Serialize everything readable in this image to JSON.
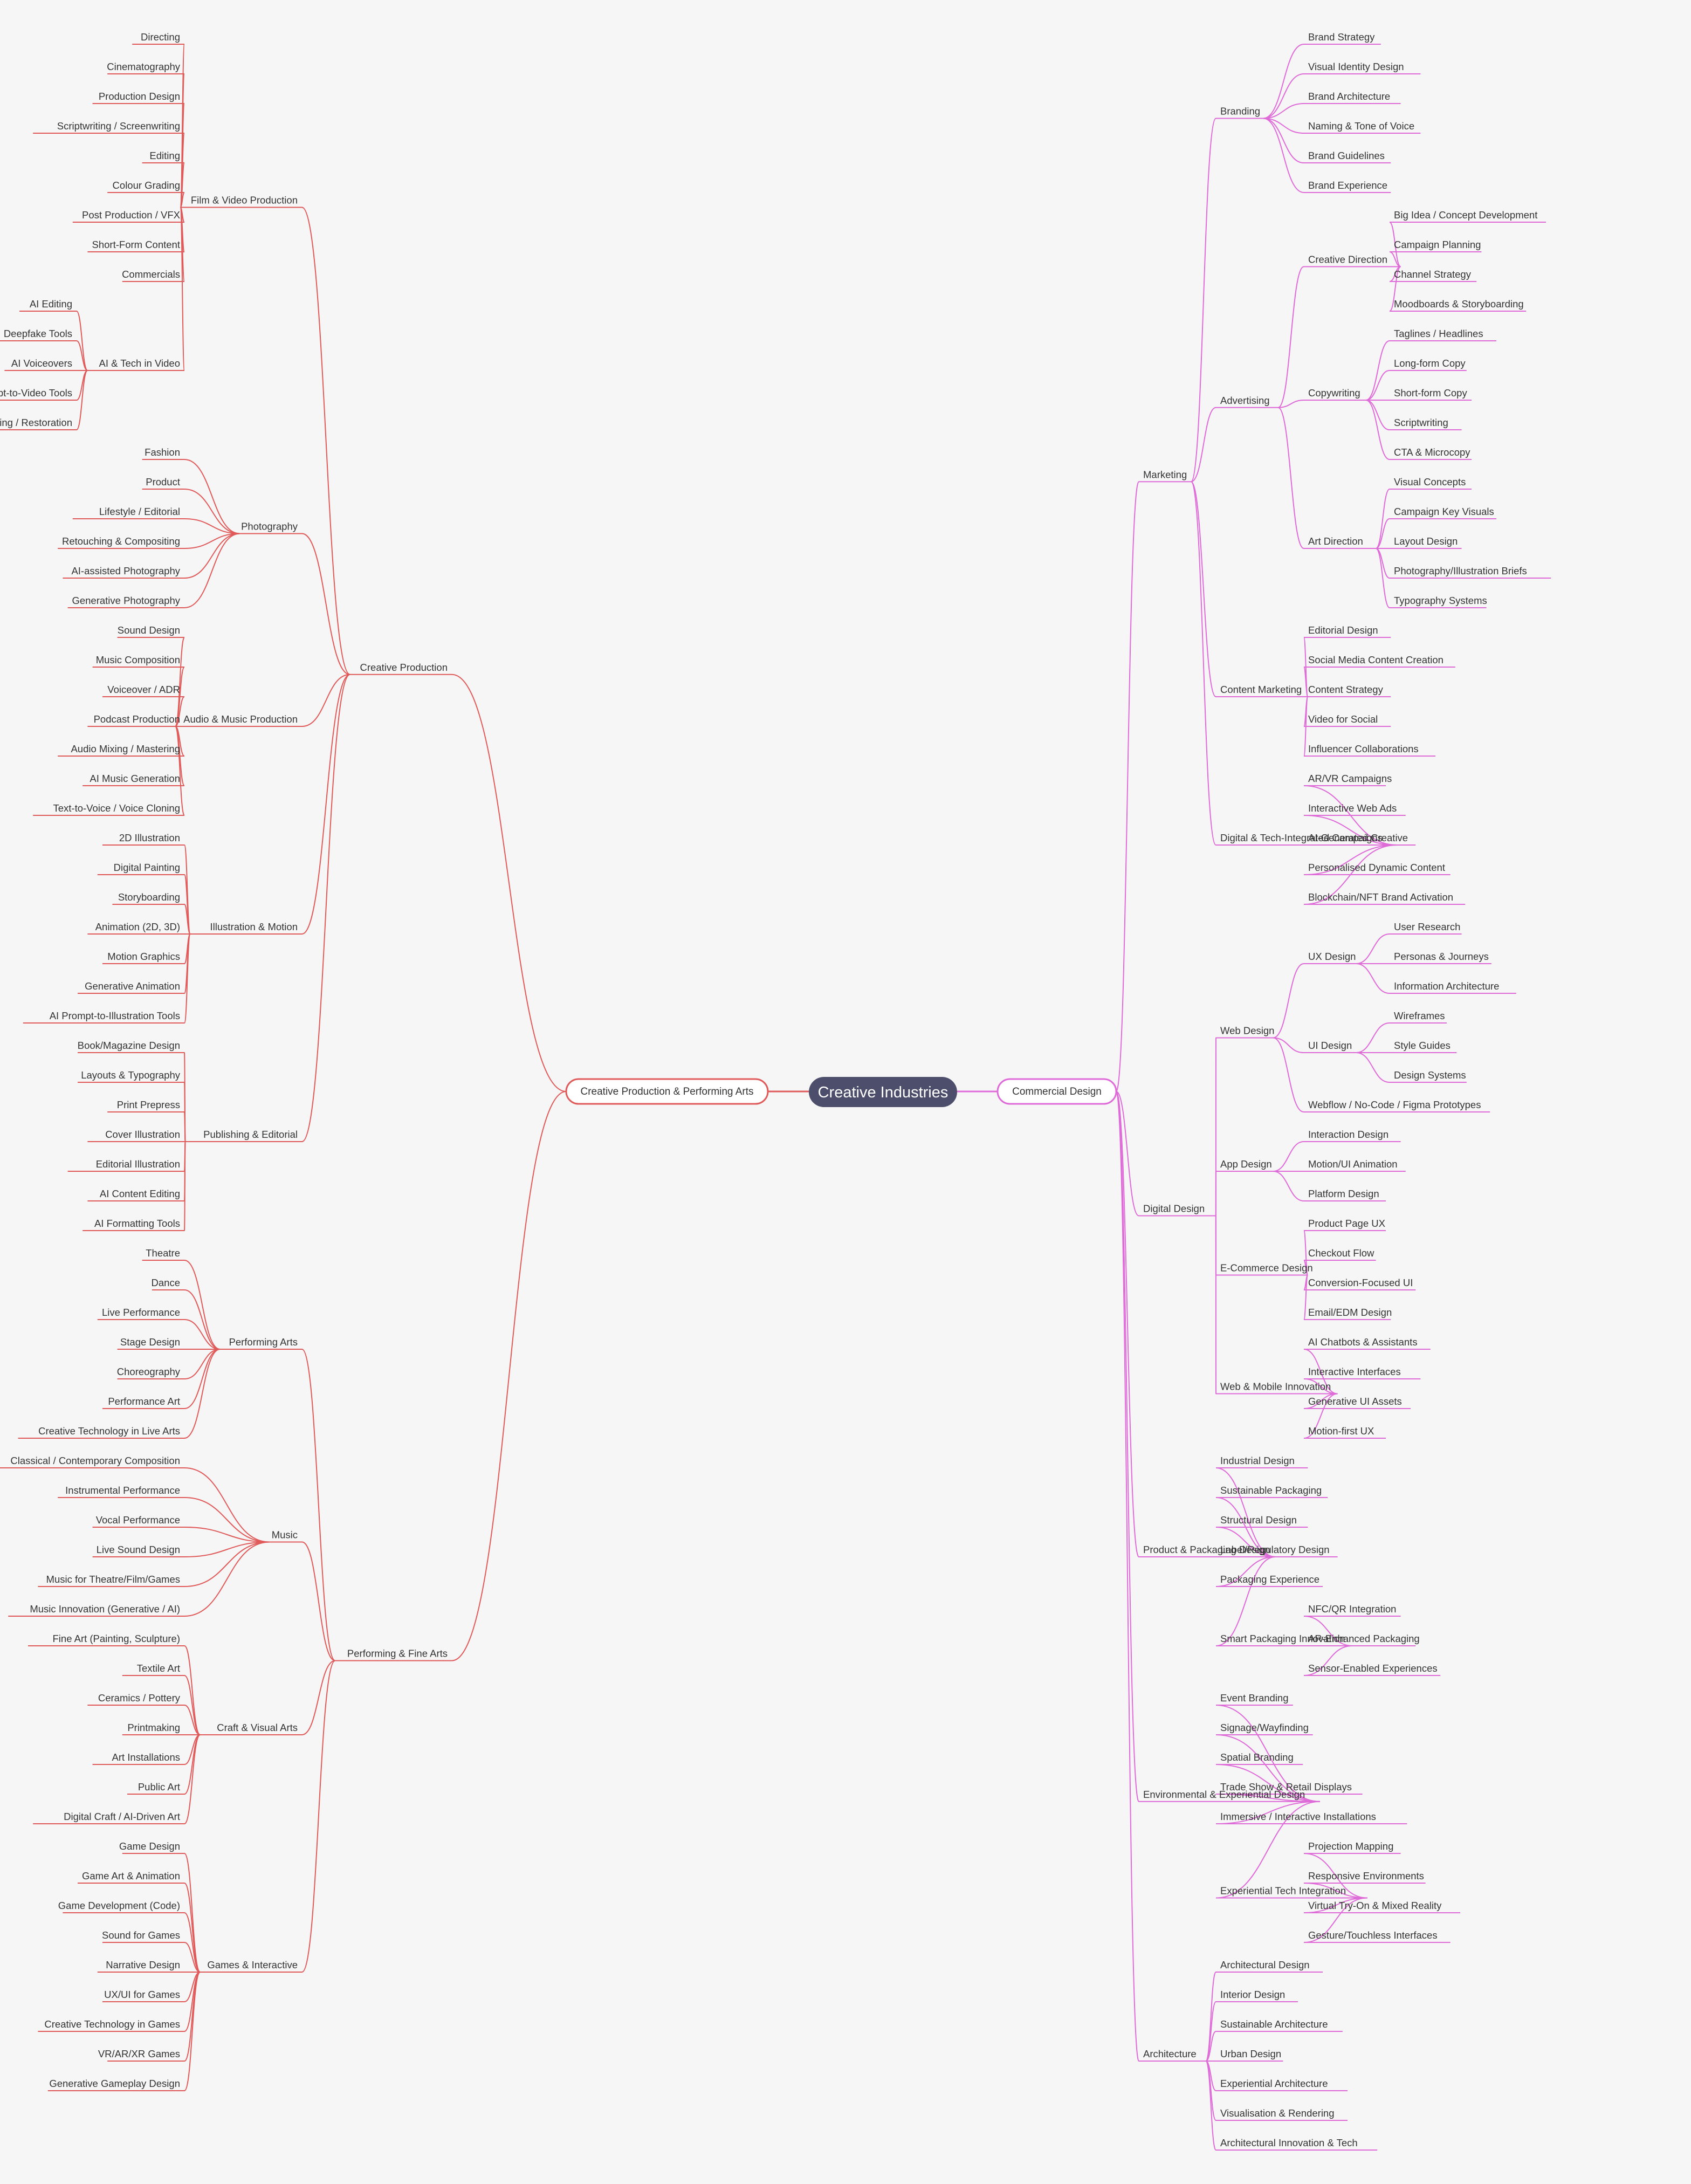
{
  "colors": {
    "background": "#f6f6f6",
    "root_fill": "#4d4e6b",
    "left_branch": "#e05a5a",
    "right_branch": "#de6bd8",
    "text": "#333333"
  },
  "root": "Creative Industries",
  "left": {
    "label": "Creative Production & Performing Arts",
    "children": [
      {
        "label": "Creative Production",
        "children": [
          {
            "label": "Film & Video Production",
            "children": [
              {
                "label": "Directing"
              },
              {
                "label": "Cinematography"
              },
              {
                "label": "Production Design"
              },
              {
                "label": "Scriptwriting / Screenwriting"
              },
              {
                "label": "Editing"
              },
              {
                "label": "Colour Grading"
              },
              {
                "label": "Post Production / VFX"
              },
              {
                "label": "Short-Form Content"
              },
              {
                "label": "Commercials"
              },
              {
                "label": "AI & Tech in Video",
                "children": [
                  {
                    "label": "AI Editing"
                  },
                  {
                    "label": "Deepfake Tools"
                  },
                  {
                    "label": "AI Voiceovers"
                  },
                  {
                    "label": "Prompt-to-Video Tools"
                  },
                  {
                    "label": "Upscaling / Restoration"
                  }
                ]
              }
            ]
          },
          {
            "label": "Photography",
            "children": [
              {
                "label": "Fashion"
              },
              {
                "label": "Product"
              },
              {
                "label": "Lifestyle / Editorial"
              },
              {
                "label": "Retouching & Compositing"
              },
              {
                "label": "AI-assisted Photography"
              },
              {
                "label": "Generative Photography"
              }
            ]
          },
          {
            "label": "Audio & Music Production",
            "children": [
              {
                "label": "Sound Design"
              },
              {
                "label": "Music Composition"
              },
              {
                "label": "Voiceover / ADR"
              },
              {
                "label": "Podcast Production"
              },
              {
                "label": "Audio Mixing / Mastering"
              },
              {
                "label": "AI Music Generation"
              },
              {
                "label": "Text-to-Voice / Voice Cloning"
              }
            ]
          },
          {
            "label": "Illustration & Motion",
            "children": [
              {
                "label": "2D Illustration"
              },
              {
                "label": "Digital Painting"
              },
              {
                "label": "Storyboarding"
              },
              {
                "label": "Animation (2D, 3D)"
              },
              {
                "label": "Motion Graphics"
              },
              {
                "label": "Generative Animation"
              },
              {
                "label": "AI Prompt-to-Illustration Tools"
              }
            ]
          },
          {
            "label": "Publishing & Editorial",
            "children": [
              {
                "label": "Book/Magazine Design"
              },
              {
                "label": "Layouts & Typography"
              },
              {
                "label": "Print Prepress"
              },
              {
                "label": "Cover Illustration"
              },
              {
                "label": "Editorial Illustration"
              },
              {
                "label": "AI Content Editing"
              },
              {
                "label": "AI Formatting Tools"
              }
            ]
          }
        ]
      },
      {
        "label": "Performing & Fine Arts",
        "children": [
          {
            "label": "Performing Arts",
            "children": [
              {
                "label": "Theatre"
              },
              {
                "label": "Dance"
              },
              {
                "label": "Live Performance"
              },
              {
                "label": "Stage Design"
              },
              {
                "label": "Choreography"
              },
              {
                "label": "Performance Art"
              },
              {
                "label": "Creative Technology in Live Arts"
              }
            ]
          },
          {
            "label": "Music",
            "children": [
              {
                "label": "Classical / Contemporary Composition"
              },
              {
                "label": "Instrumental Performance"
              },
              {
                "label": "Vocal Performance"
              },
              {
                "label": "Live Sound Design"
              },
              {
                "label": "Music for Theatre/Film/Games"
              },
              {
                "label": "Music Innovation (Generative / AI)"
              }
            ]
          },
          {
            "label": "Craft & Visual Arts",
            "children": [
              {
                "label": "Fine Art (Painting, Sculpture)"
              },
              {
                "label": "Textile Art"
              },
              {
                "label": "Ceramics / Pottery"
              },
              {
                "label": "Printmaking"
              },
              {
                "label": "Art Installations"
              },
              {
                "label": "Public Art"
              },
              {
                "label": "Digital Craft / AI-Driven Art"
              }
            ]
          },
          {
            "label": "Games & Interactive",
            "children": [
              {
                "label": "Game Design"
              },
              {
                "label": "Game Art & Animation"
              },
              {
                "label": "Game Development (Code)"
              },
              {
                "label": "Sound for Games"
              },
              {
                "label": "Narrative Design"
              },
              {
                "label": "UX/UI for Games"
              },
              {
                "label": "Creative Technology in Games"
              },
              {
                "label": "VR/AR/XR Games"
              },
              {
                "label": "Generative Gameplay Design"
              }
            ]
          }
        ]
      }
    ]
  },
  "right": {
    "label": "Commercial Design",
    "children": [
      {
        "label": "Marketing",
        "children": [
          {
            "label": "Branding",
            "children": [
              {
                "label": "Brand Strategy"
              },
              {
                "label": "Visual Identity Design"
              },
              {
                "label": "Brand Architecture"
              },
              {
                "label": "Naming & Tone of Voice"
              },
              {
                "label": "Brand Guidelines"
              },
              {
                "label": "Brand Experience"
              }
            ]
          },
          {
            "label": "Advertising",
            "children": [
              {
                "label": "Creative Direction",
                "children": [
                  {
                    "label": "Big Idea / Concept Development"
                  },
                  {
                    "label": "Campaign Planning"
                  },
                  {
                    "label": "Channel Strategy"
                  },
                  {
                    "label": "Moodboards & Storyboarding"
                  }
                ]
              },
              {
                "label": "Copywriting",
                "children": [
                  {
                    "label": "Taglines / Headlines"
                  },
                  {
                    "label": "Long-form Copy"
                  },
                  {
                    "label": "Short-form Copy"
                  },
                  {
                    "label": "Scriptwriting"
                  },
                  {
                    "label": "CTA & Microcopy"
                  }
                ]
              },
              {
                "label": "Art Direction",
                "children": [
                  {
                    "label": "Visual Concepts"
                  },
                  {
                    "label": "Campaign Key Visuals"
                  },
                  {
                    "label": "Layout Design"
                  },
                  {
                    "label": "Photography/Illustration Briefs"
                  },
                  {
                    "label": "Typography Systems"
                  }
                ]
              }
            ]
          },
          {
            "label": "Content Marketing",
            "children": [
              {
                "label": "Editorial Design"
              },
              {
                "label": "Social Media Content Creation"
              },
              {
                "label": "Content Strategy"
              },
              {
                "label": "Video for Social"
              },
              {
                "label": "Influencer Collaborations"
              }
            ]
          },
          {
            "label": "Digital & Tech-Integrated Campaigns",
            "children": [
              {
                "label": "AR/VR Campaigns"
              },
              {
                "label": "Interactive Web Ads"
              },
              {
                "label": "AI-Generated Creative"
              },
              {
                "label": "Personalised Dynamic Content"
              },
              {
                "label": "Blockchain/NFT Brand Activation"
              }
            ]
          }
        ]
      },
      {
        "label": "Digital Design",
        "children": [
          {
            "label": "Web Design",
            "children": [
              {
                "label": "UX Design",
                "children": [
                  {
                    "label": "User Research"
                  },
                  {
                    "label": "Personas & Journeys"
                  },
                  {
                    "label": "Information Architecture"
                  }
                ]
              },
              {
                "label": "UI Design",
                "children": [
                  {
                    "label": "Wireframes"
                  },
                  {
                    "label": "Style Guides"
                  },
                  {
                    "label": "Design Systems"
                  }
                ]
              },
              {
                "label": "Webflow / No-Code / Figma Prototypes"
              }
            ]
          },
          {
            "label": "App Design",
            "children": [
              {
                "label": "Interaction Design"
              },
              {
                "label": "Motion/UI Animation"
              },
              {
                "label": "Platform Design"
              }
            ]
          },
          {
            "label": "E-Commerce Design",
            "children": [
              {
                "label": "Product Page UX"
              },
              {
                "label": "Checkout Flow"
              },
              {
                "label": "Conversion-Focused UI"
              },
              {
                "label": "Email/EDM Design"
              }
            ]
          },
          {
            "label": "Web & Mobile Innovation",
            "children": [
              {
                "label": "AI Chatbots & Assistants"
              },
              {
                "label": "Interactive Interfaces"
              },
              {
                "label": "Generative UI Assets"
              },
              {
                "label": "Motion-first UX"
              }
            ]
          }
        ]
      },
      {
        "label": "Product & Packaging Design",
        "children": [
          {
            "label": "Industrial Design"
          },
          {
            "label": "Sustainable Packaging"
          },
          {
            "label": "Structural Design"
          },
          {
            "label": "Label/Regulatory Design"
          },
          {
            "label": "Packaging Experience"
          },
          {
            "label": "Smart Packaging Innovation",
            "children": [
              {
                "label": "NFC/QR Integration"
              },
              {
                "label": "AR-Enhanced Packaging"
              },
              {
                "label": "Sensor-Enabled Experiences"
              }
            ]
          }
        ]
      },
      {
        "label": "Environmental & Experiential Design",
        "children": [
          {
            "label": "Event Branding"
          },
          {
            "label": "Signage/Wayfinding"
          },
          {
            "label": "Spatial Branding"
          },
          {
            "label": "Trade Show & Retail Displays"
          },
          {
            "label": "Immersive / Interactive Installations"
          },
          {
            "label": "Experiential Tech Integration",
            "children": [
              {
                "label": "Projection Mapping"
              },
              {
                "label": "Responsive Environments"
              },
              {
                "label": "Virtual Try-On & Mixed Reality"
              },
              {
                "label": "Gesture/Touchless Interfaces"
              }
            ]
          }
        ]
      },
      {
        "label": "Architecture",
        "children": [
          {
            "label": "Architectural Design"
          },
          {
            "label": "Interior Design"
          },
          {
            "label": "Sustainable Architecture"
          },
          {
            "label": "Urban Design"
          },
          {
            "label": "Experiential Architecture"
          },
          {
            "label": "Visualisation & Rendering"
          },
          {
            "label": "Architectural Innovation & Tech"
          }
        ]
      }
    ]
  }
}
